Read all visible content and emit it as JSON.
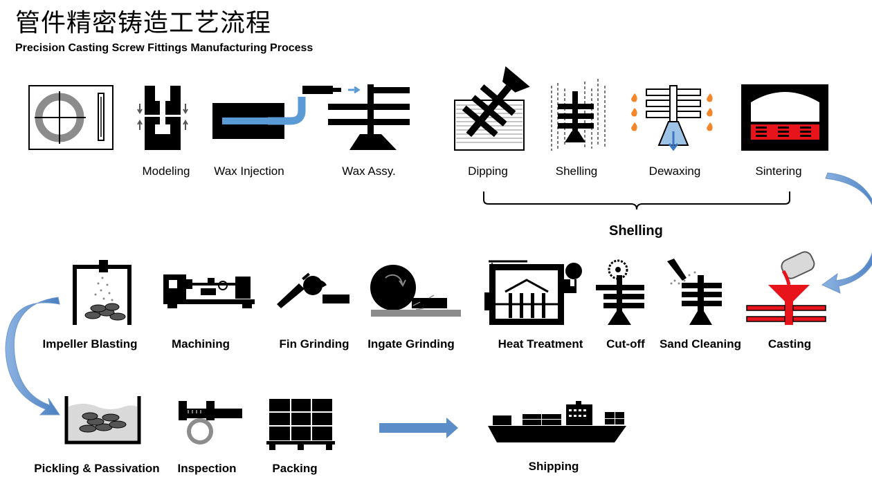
{
  "header": {
    "title_cn": "管件精密铸造工艺流程",
    "title_en": "Precision Casting Screw Fittings Manufacturing Process"
  },
  "steps": {
    "modeling": "Modeling",
    "wax_injection": "Wax Injection",
    "wax_assy": "Wax Assy.",
    "dipping": "Dipping",
    "shelling": "Shelling",
    "dewaxing": "Dewaxing",
    "sintering": "Sintering",
    "casting": "Casting",
    "sand_cleaning": "Sand Cleaning",
    "cut_off": "Cut-off",
    "heat_treatment": "Heat Treatment",
    "ingate_grinding": "Ingate Grinding",
    "fin_grinding": "Fin Grinding",
    "machining": "Machining",
    "impeller_blasting": "Impeller Blasting",
    "pickling": "Pickling & Passivation",
    "inspection": "Inspection",
    "packing": "Packing",
    "shipping": "Shipping"
  },
  "group_label": "Shelling",
  "colors": {
    "arrow_blue": "#5b8ec9",
    "wax_blue": "#5b9bd5",
    "fire_orange": "#f4862a",
    "molten_red": "#e8141b"
  }
}
